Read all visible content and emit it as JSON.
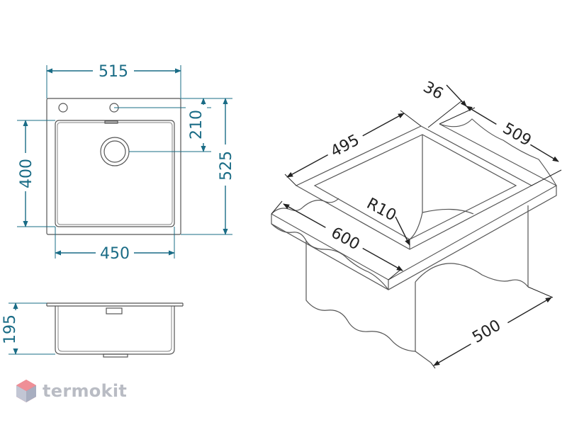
{
  "dimensions": {
    "top_view": {
      "width_overall": "515",
      "width_bowl": "450",
      "height_overall": "525",
      "height_bowl": "400",
      "tap_offset": "210"
    },
    "side_view": {
      "depth": "195"
    },
    "iso_view": {
      "thickness": "36",
      "inner_width": "495",
      "side_length": "509",
      "corner_radius": "R10",
      "front_width": "600",
      "base_depth": "500"
    }
  },
  "brand": {
    "name": "termokit",
    "logo_color": "#e0535f"
  },
  "colors": {
    "dimension": "#1a6c86",
    "outline": "#555555"
  }
}
